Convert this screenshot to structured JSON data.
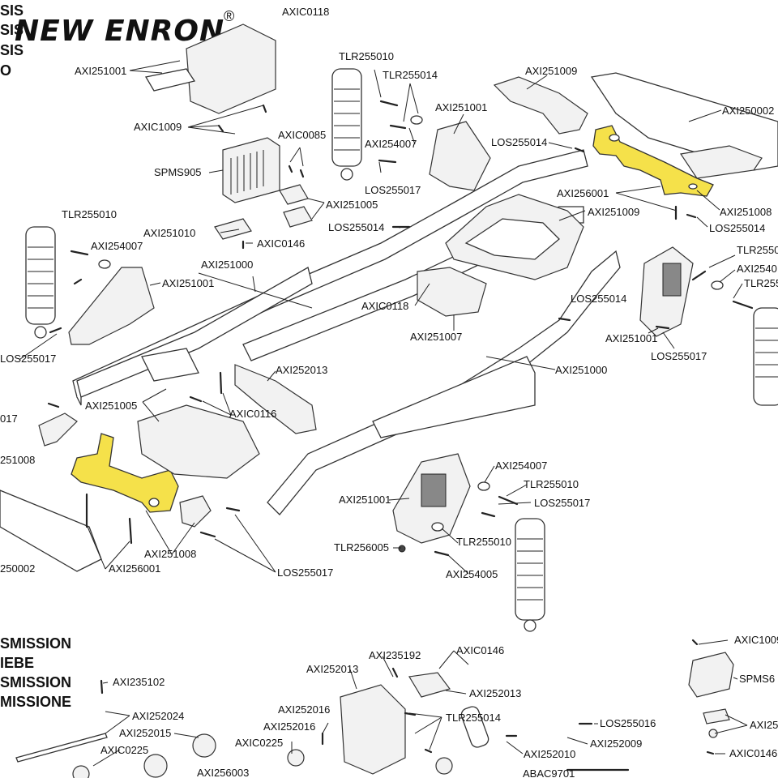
{
  "brand": {
    "logo_text": "NEW ENRON",
    "registered_mark": "®"
  },
  "section_headers_top": [
    "SIS",
    "SIS",
    "SIS",
    "O"
  ],
  "section_headers_bottom": [
    "SMISSION",
    "IEBE",
    "SMISSION",
    "MISSIONE"
  ],
  "labels": {
    "axic0118_top": "AXIC0118",
    "axi251001_top": "AXI251001",
    "axic1009_top": "AXIC1009",
    "axic0085": "AXIC0085",
    "spms905": "SPMS905",
    "axi251005_top": "AXI251005",
    "axi251010": "AXI251010",
    "axic0146_top": "AXIC0146",
    "tlr255010_top": "TLR255010",
    "tlr255014": "TLR255014",
    "axi251001_mid": "AXI251001",
    "axi254007_top": "AXI254007",
    "los255017_top": "LOS255017",
    "los255014_a": "LOS255014",
    "los255014_b": "LOS255014",
    "los255014_c": "LOS255014",
    "los255014_d": "LOS255014",
    "axi251009_a": "AXI251009",
    "axi251009_b": "AXI251009",
    "axi250002_right": "AXI250002",
    "axi256001_right": "AXI256001",
    "axi251008_right": "AXI251008",
    "tlr255010_left": "TLR255010",
    "axi254007_left": "AXI254007",
    "axi251001_left": "AXI251001",
    "axi251000_a": "AXI251000",
    "axi251000_b": "AXI251000",
    "los255017_left": "LOS255017",
    "axic0118_mid": "AXIC0118",
    "axi251007": "AXI251007",
    "tlr2550_r1": "TLR2550",
    "axi2540_r": "AXI2540",
    "tlr255_r2": "TLR255",
    "axi251001_right": "AXI251001",
    "los255017_right": "LOS255017",
    "axi252013_mid": "AXI252013",
    "axi251005_mid": "AXI251005",
    "axic0116": "AXIC0116",
    "l017": "017",
    "l251008": "251008",
    "axi254007_low": "AXI254007",
    "tlr255010_low": "TLR255010",
    "los255017_low": "LOS255017",
    "axi251001_low": "AXI251001",
    "tlr255010_low2": "TLR255010",
    "tlr256005": "TLR256005",
    "axi254005": "AXI254005",
    "axi251008_low": "AXI251008",
    "axi256001_low": "AXI256001",
    "l250002": "250002",
    "los255017_bottom": "LOS255017",
    "axic1009_br": "AXIC1009",
    "spms6": "SPMS6",
    "axi235192": "AXI235192",
    "axic0146_b": "AXIC0146",
    "axi252013_b1": "AXI252013",
    "axi252013_b2": "AXI252013",
    "axi235102": "AXI235102",
    "axi252024": "AXI252024",
    "axi252015": "AXI252015",
    "axic0225_a": "AXIC0225",
    "axic0225_b": "AXIC0225",
    "axi256003": "AXI256003",
    "axi252016_a": "AXI252016",
    "axi252016_b": "AXI252016",
    "tlr255014_b": "TLR255014",
    "los255016": "LOS255016",
    "axi252010": "AXI252010",
    "axi252009": "AXI252009",
    "abac9701": "ABAC9701",
    "axi25_br": "AXI25",
    "axic0146_br": "AXIC0146"
  },
  "colors": {
    "highlight": "#f5e14a",
    "line": "#333333"
  }
}
